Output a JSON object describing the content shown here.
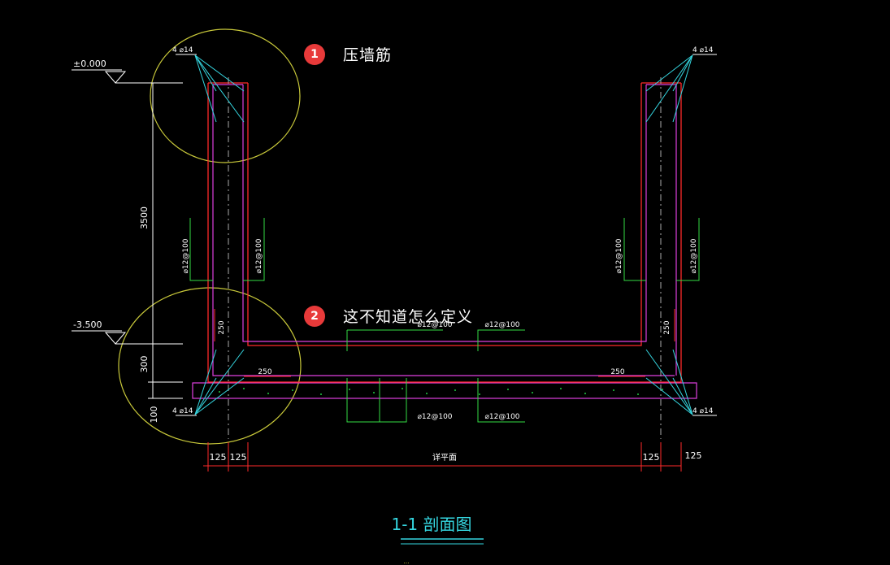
{
  "elevations": {
    "top": "±0.000",
    "bottom": "-3.500"
  },
  "dimensions": {
    "wall_height": "3500",
    "slab_thickness": "300",
    "cushion_thickness": "100",
    "bottom_left_1": "125",
    "bottom_left_2": "125",
    "bottom_center": "详平面",
    "bottom_right_1": "125",
    "bottom_right_2": "125",
    "left_anchor": "250",
    "right_anchor": "250",
    "bottom_left_anchor": "250",
    "bottom_right_anchor": "250"
  },
  "rebar": {
    "top_left_corner": "4 ⌀14",
    "top_right_corner": "4 ⌀14",
    "bottom_left_corner": "4 ⌀14",
    "bottom_right_corner": "4 ⌀14",
    "left_wall_outer": "⌀12@100",
    "left_wall_inner": "⌀12@100",
    "right_wall_inner": "⌀12@100",
    "right_wall_outer": "⌀12@100",
    "slab_top_1": "⌀12@100",
    "slab_top_2": "⌀12@100",
    "slab_bottom_1": "⌀12@100",
    "slab_bottom_2": "⌀12@100"
  },
  "title": {
    "main": "1-1 剖面图",
    "sub": "…"
  },
  "callouts": [
    {
      "number": "1",
      "label": "压墙筋"
    },
    {
      "number": "2",
      "label": "这不知道怎么定义"
    }
  ],
  "colors": {
    "background": "#000000",
    "outline": "#ff2a2a",
    "wall_outline": "#e040e0",
    "leader": "#35d6e0",
    "annotation": "#33dd44",
    "highlight_circle": "#c8c83a",
    "badge": "#e83a3a"
  }
}
